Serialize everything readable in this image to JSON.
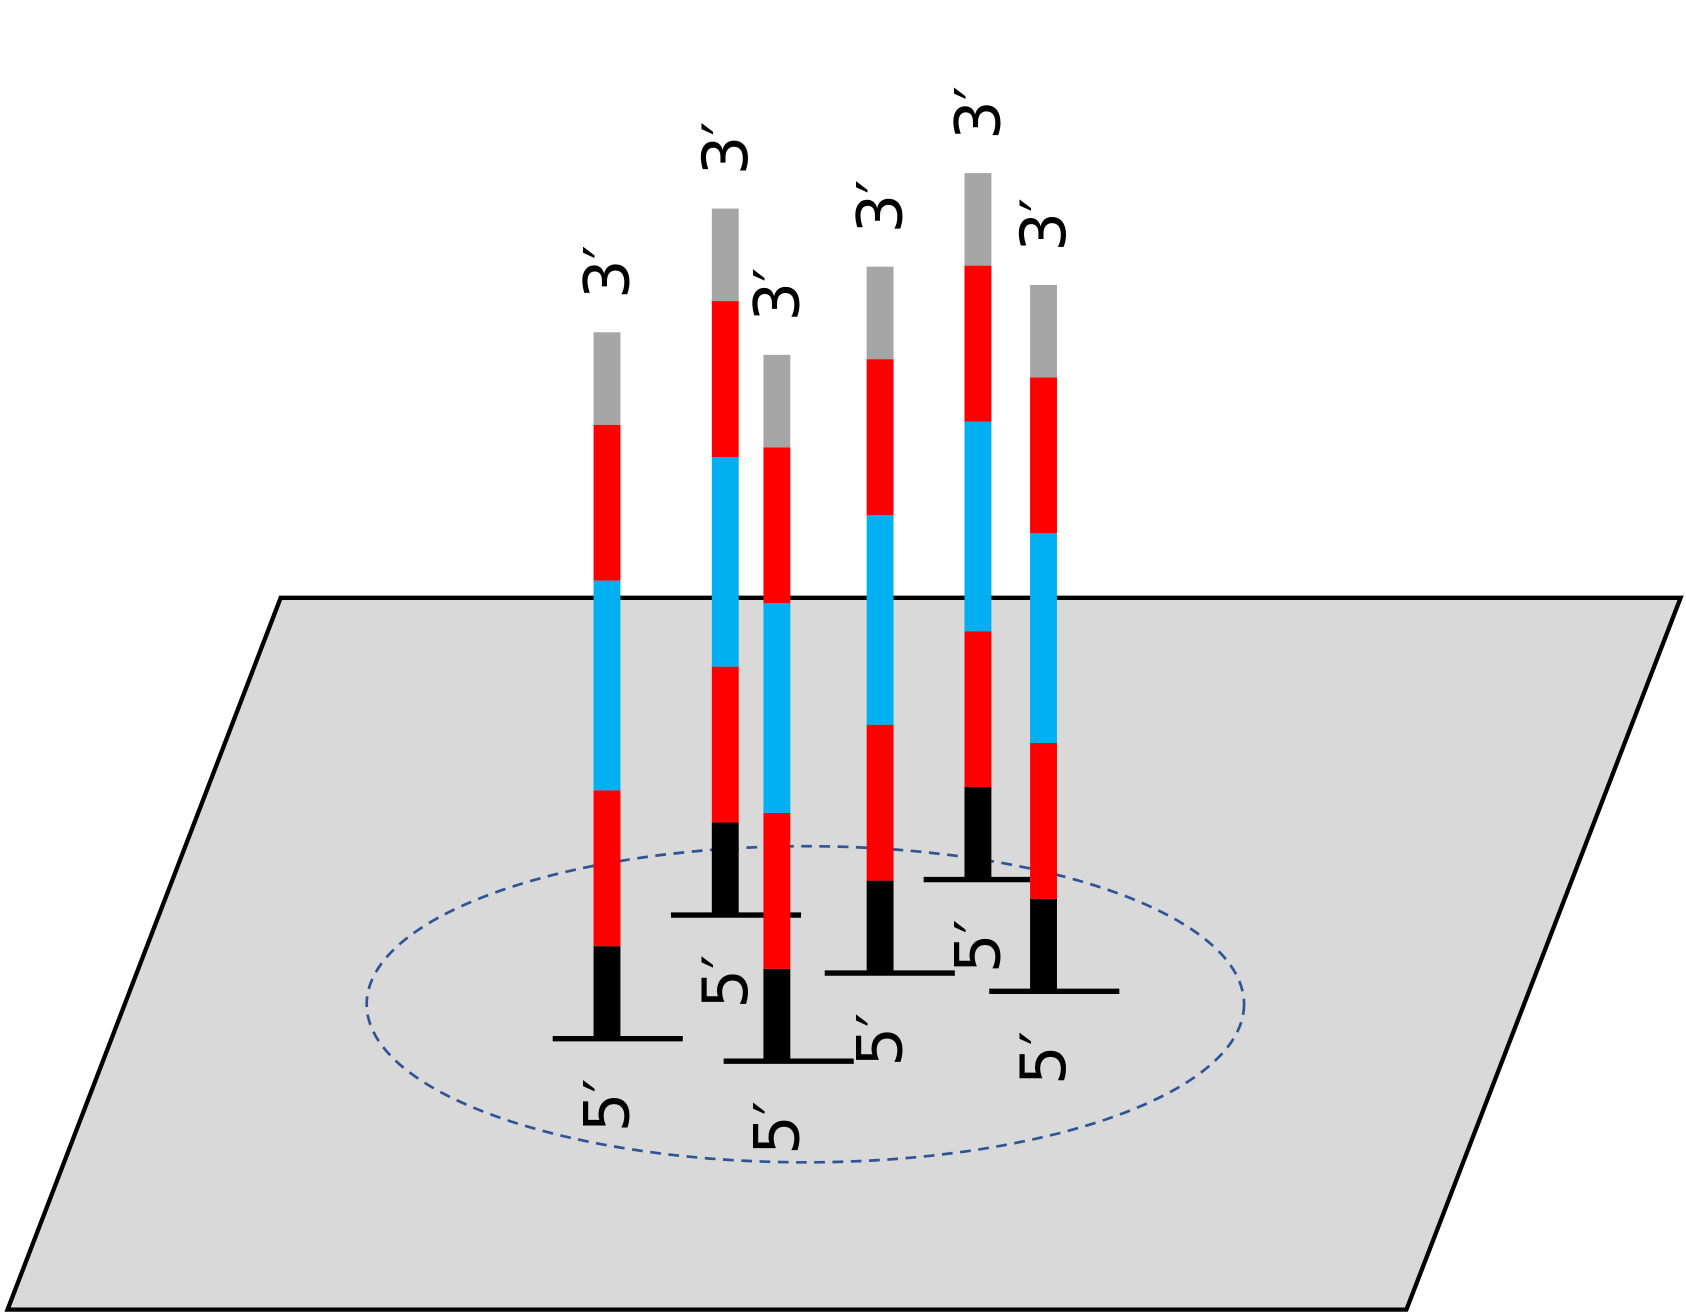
{
  "colors": {
    "plane_fill": "#d9d9d9",
    "plane_stroke": "#000000",
    "ellipse_stroke": "#2f5597",
    "gray": "#a6a6a6",
    "red": "#ff0000",
    "blue": "#00b0f0",
    "black": "#000000"
  },
  "strand_segments_bottom_to_top": [
    "black",
    "red",
    "blue",
    "red",
    "gray"
  ],
  "strands": [
    {
      "top_label": "3′",
      "bottom_label": "5′"
    },
    {
      "top_label": "3′",
      "bottom_label": "5′"
    },
    {
      "top_label": "3′",
      "bottom_label": "5′"
    },
    {
      "top_label": "3′",
      "bottom_label": "5′"
    },
    {
      "top_label": "3′",
      "bottom_label": "5′"
    },
    {
      "top_label": "3′",
      "bottom_label": "5′"
    }
  ]
}
